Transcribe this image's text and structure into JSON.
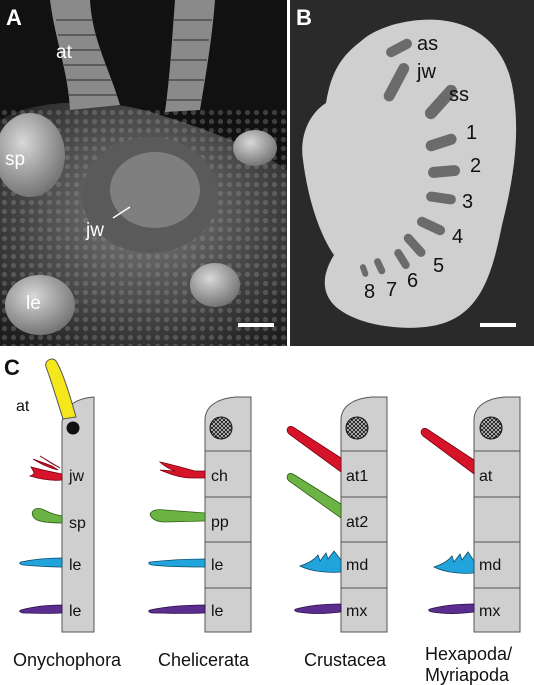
{
  "panelA": {
    "letter": "A",
    "labels": {
      "at": "at",
      "sp": "sp",
      "jw": "jw",
      "le": "le"
    }
  },
  "panelB": {
    "letter": "B",
    "labels": {
      "as": "as",
      "jw": "jw",
      "ss": "ss",
      "n1": "1",
      "n2": "2",
      "n3": "3",
      "n4": "4",
      "n5": "5",
      "n6": "6",
      "n7": "7",
      "n8": "8"
    }
  },
  "panelC": {
    "letter": "C",
    "groups": [
      {
        "name": "Onychophora",
        "segments": [
          "jw",
          "sp",
          "le",
          "le"
        ],
        "antenna": "at"
      },
      {
        "name": "Chelicerata",
        "segments": [
          "ch",
          "pp",
          "le",
          "le"
        ]
      },
      {
        "name": "Crustacea",
        "segments": [
          "at1",
          "at2",
          "md",
          "mx"
        ]
      },
      {
        "name": "Hexapoda/ Myriapoda",
        "line1": "Hexapoda/",
        "line2": "Myriapoda",
        "segments": [
          "at",
          "",
          "md",
          "mx"
        ]
      }
    ]
  },
  "colors": {
    "antenna_yellow": "#f4e81c",
    "red": "#d5142a",
    "green": "#6ab344",
    "blue": "#21a4dc",
    "purple": "#5b2d8e",
    "body_gray": "#cfcfcf",
    "panel_dark": "#2a2a2a"
  }
}
